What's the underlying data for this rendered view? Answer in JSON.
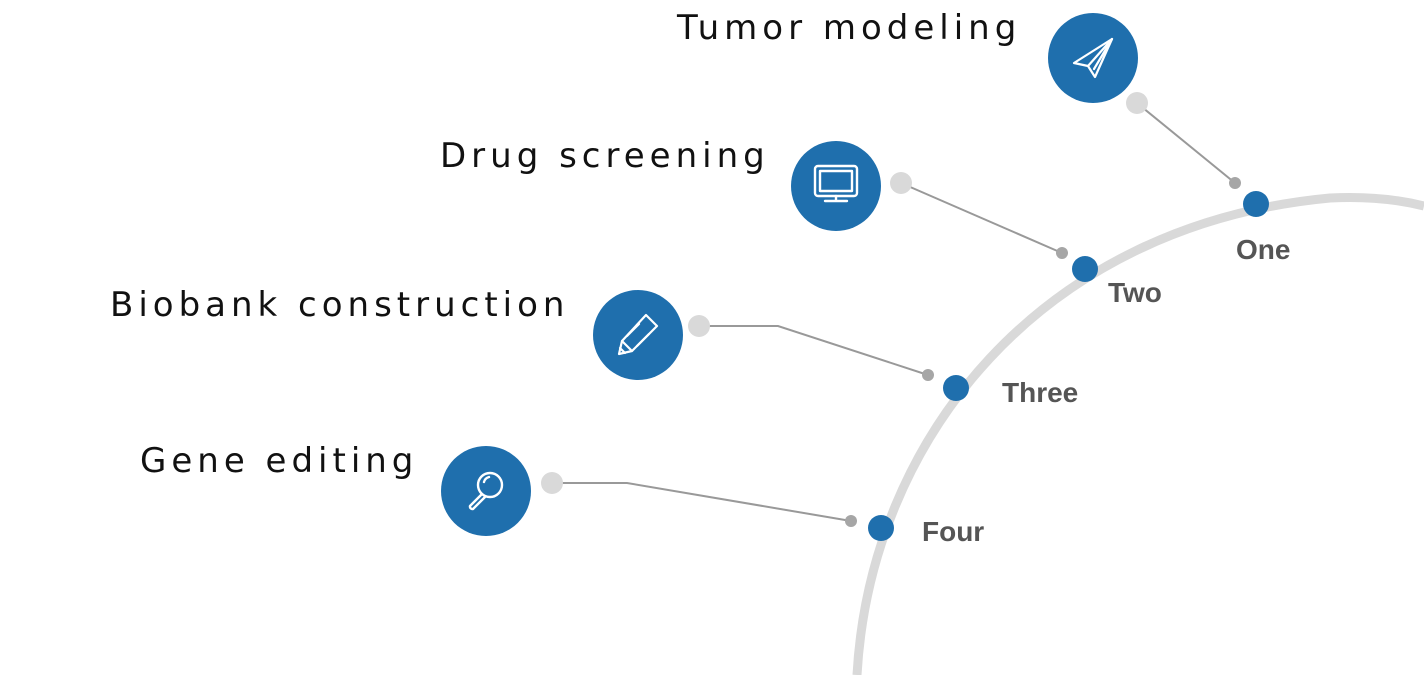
{
  "colors": {
    "accent": "#1f6fad",
    "arc": "#d9d9d9",
    "connector": "#999999",
    "connector_dot": "#a6a6a6",
    "start_dot": "#d9d9d9",
    "title_text": "#111111",
    "step_text": "#555555"
  },
  "items": [
    {
      "step": "One",
      "title": "Tumor modeling",
      "icon": "paper-plane-icon"
    },
    {
      "step": "Two",
      "title": "Drug screening",
      "icon": "monitor-icon"
    },
    {
      "step": "Three",
      "title": "Biobank construction",
      "icon": "pencil-icon"
    },
    {
      "step": "Four",
      "title": "Gene editing",
      "icon": "magnifier-icon"
    }
  ]
}
